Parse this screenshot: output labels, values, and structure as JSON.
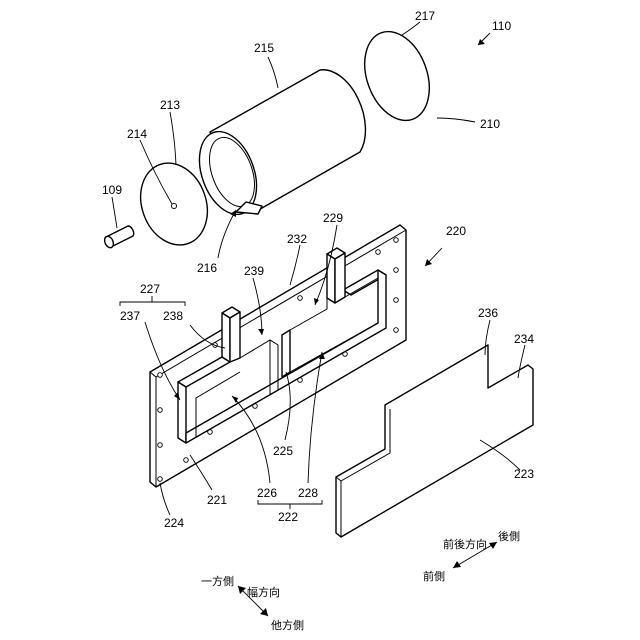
{
  "labels": {
    "n110": "110",
    "n217": "217",
    "n215": "215",
    "n210": "210",
    "n213": "213",
    "n214": "214",
    "n109": "109",
    "n216": "216",
    "n220": "220",
    "n229": "229",
    "n232": "232",
    "n239": "239",
    "n227": "227",
    "n237": "237",
    "n238": "238",
    "n236": "236",
    "n234": "234",
    "n225": "225",
    "n223": "223",
    "n226": "226",
    "n228": "228",
    "n221": "221",
    "n222": "222",
    "n224": "224"
  },
  "directions": {
    "front_back": "前後方向",
    "back_side": "後側",
    "front_side": "前側",
    "one_side": "一方側",
    "width_direction": "幅方向",
    "other_side": "他方側"
  }
}
